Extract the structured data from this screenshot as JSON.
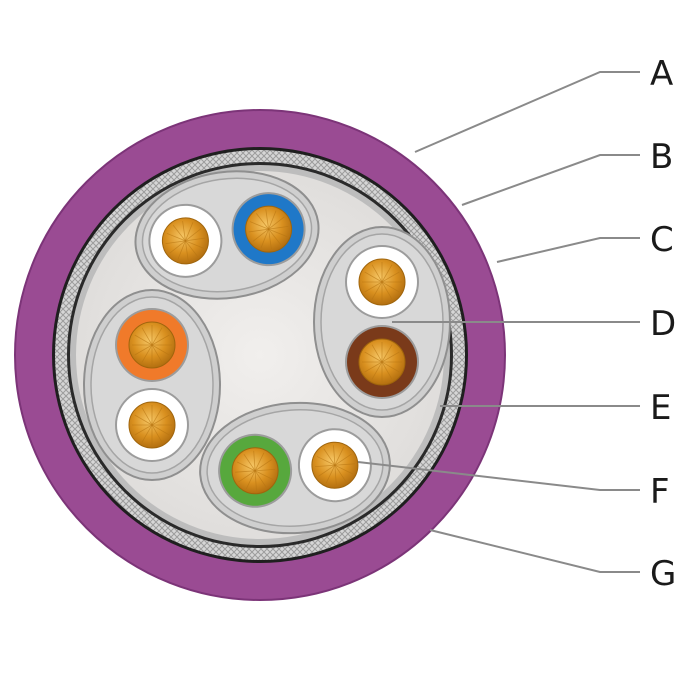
{
  "labels": [
    "A",
    "B",
    "C",
    "D",
    "E",
    "F",
    "G"
  ],
  "colors": {
    "jacket": "#9a4b93",
    "jacket_dark": "#7c3478",
    "braid": "#c9c9c9",
    "foil": "#b8b8b8",
    "filler": "#eae8e6",
    "pair_shield": "#cfcfcf",
    "copper": "#d08a1c",
    "copper_light": "#f0bc57",
    "wire_white": "#ffffff",
    "wire_blue": "#1f78c8",
    "wire_orange": "#f07a2a",
    "wire_brown": "#7a3a1a",
    "wire_green": "#57a83d",
    "leader": "#8a8a8a"
  },
  "pairs": [
    {
      "name": "top",
      "wires": [
        "wire_white",
        "wire_blue"
      ]
    },
    {
      "name": "right",
      "wires": [
        "wire_white",
        "wire_brown"
      ]
    },
    {
      "name": "left",
      "wires": [
        "wire_orange",
        "wire_white"
      ]
    },
    {
      "name": "bottom",
      "wires": [
        "wire_green",
        "wire_white"
      ]
    }
  ]
}
